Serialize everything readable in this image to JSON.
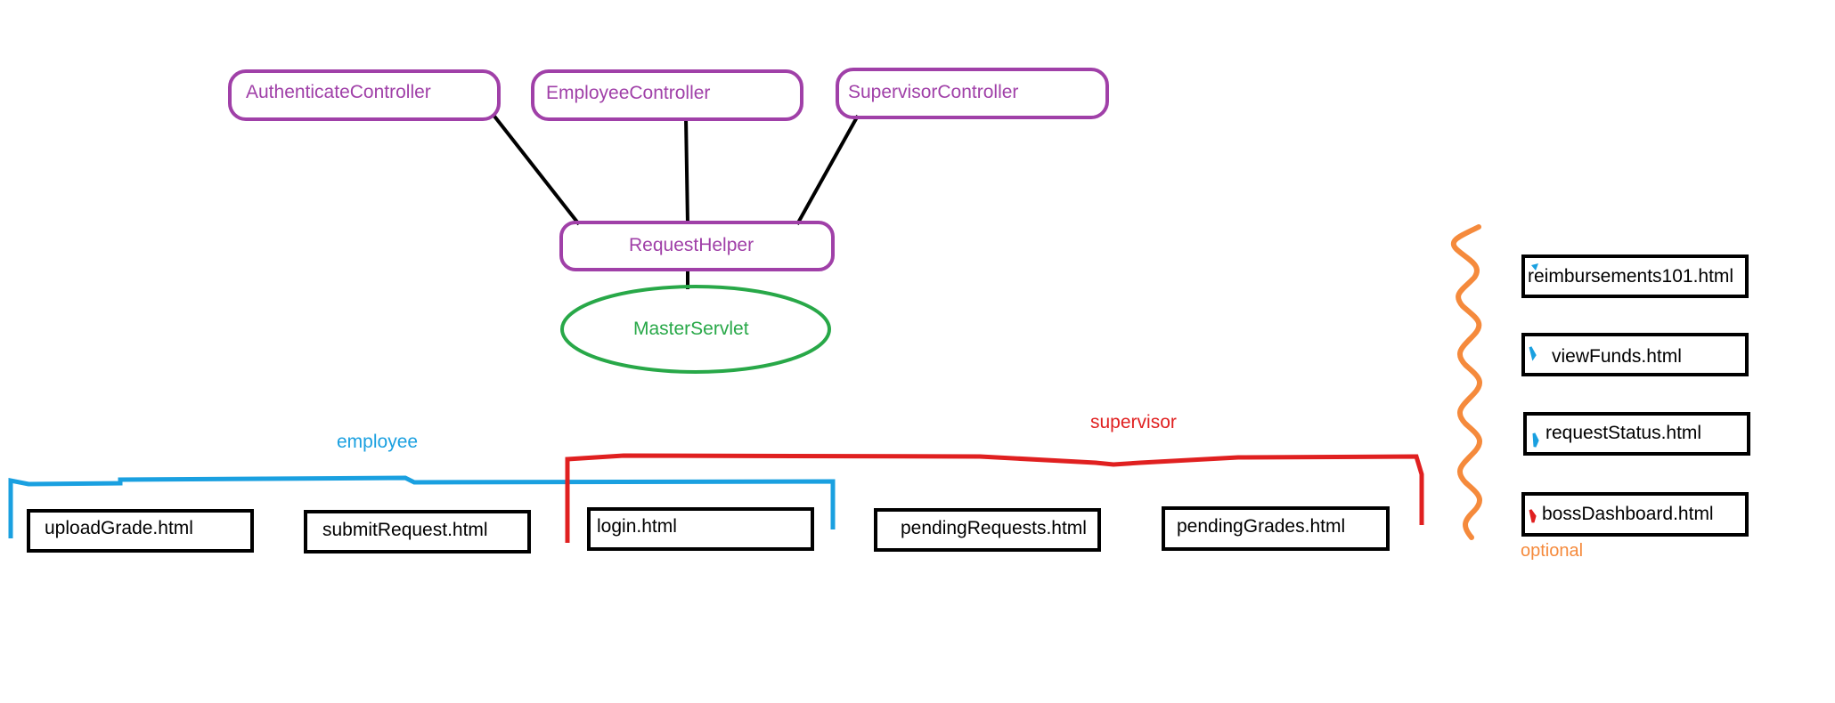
{
  "colors": {
    "controller": "#a040a8",
    "servlet": "#28a848",
    "employee": "#1aa0e0",
    "supervisor": "#e02020",
    "optional": "#f58a3c",
    "box": "#000000"
  },
  "controllers": {
    "authenticate": "AuthenticateController",
    "employee": "EmployeeController",
    "supervisor": "SupervisorController"
  },
  "helper": "RequestHelper",
  "servlet": "MasterServlet",
  "groups": {
    "employee": "employee",
    "supervisor": "supervisor",
    "optional": "optional"
  },
  "pages": {
    "uploadGrade": "uploadGrade.html",
    "submitRequest": "submitRequest.html",
    "login": "login.html",
    "pendingRequests": "pendingRequests.html",
    "pendingGrades": "pendingGrades.html"
  },
  "optional_pages": {
    "reimbursements101": "reimbursements101.html",
    "viewFunds": "viewFunds.html",
    "requestStatus": "requestStatus.html",
    "bossDashboard": "bossDashboard.html"
  }
}
